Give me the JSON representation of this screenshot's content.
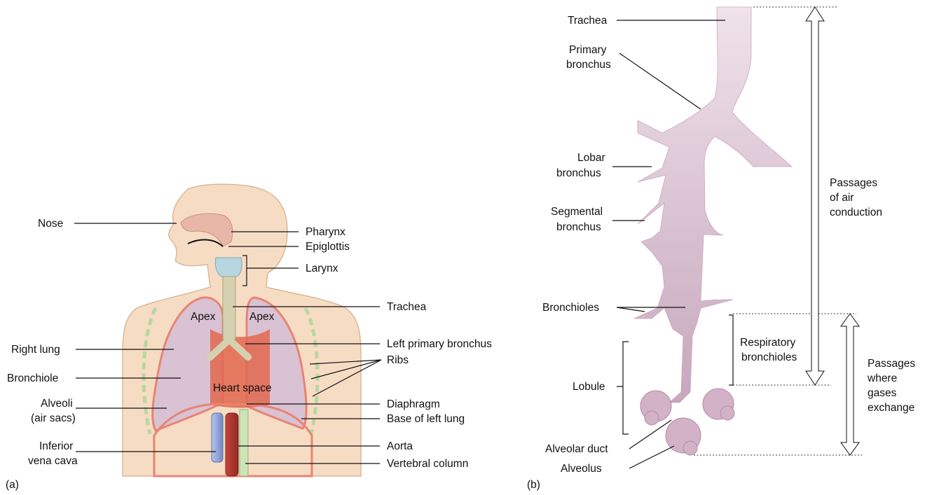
{
  "panel_a": {
    "marker": "(a)",
    "labels": {
      "nose": "Nose",
      "pharynx": "Pharynx",
      "epiglottis": "Epiglottis",
      "larynx": "Larynx",
      "trachea": "Trachea",
      "apex_right": "Apex",
      "apex_left": "Apex",
      "right_lung": "Right lung",
      "left_primary_bronchus": "Left primary bronchus",
      "ribs": "Ribs",
      "bronchiole": "Bronchiole",
      "heart_space": "Heart space",
      "alveoli_line1": "Alveoli",
      "alveoli_line2": "(air sacs)",
      "diaphragm": "Diaphragm",
      "base_left_lung": "Base of left lung",
      "ivc_line1": "Inferior",
      "ivc_line2": "vena cava",
      "aorta": "Aorta",
      "vertebral_column": "Vertebral column"
    }
  },
  "panel_b": {
    "marker": "(b)",
    "labels": {
      "trachea": "Trachea",
      "primary_line1": "Primary",
      "primary_line2": "bronchus",
      "lobar_line1": "Lobar",
      "lobar_line2": "bronchus",
      "segmental_line1": "Segmental",
      "segmental_line2": "bronchus",
      "bronchioles": "Bronchioles",
      "lobule": "Lobule",
      "alveolar_duct": "Alveolar duct",
      "alveolus": "Alveolus",
      "resp_line1": "Respiratory",
      "resp_line2": "bronchioles",
      "conduction_line1": "Passages",
      "conduction_line2": "of air",
      "conduction_line3": "conduction",
      "exchange_line1": "Passages",
      "exchange_line2": "where",
      "exchange_line3": "gases",
      "exchange_line4": "exchange"
    }
  },
  "colors": {
    "skin": "#f7dcc4",
    "skin_outline": "#d9b898",
    "lung": "#d9c2d4",
    "lung_outline": "#e88472",
    "airway": "#d7bfcf",
    "heart_space": "#e2674f",
    "ivc": "#8fa6d8",
    "aorta": "#c8453a",
    "cartilage": "#d5d1b0",
    "arrow_fill": "#ffffff"
  }
}
